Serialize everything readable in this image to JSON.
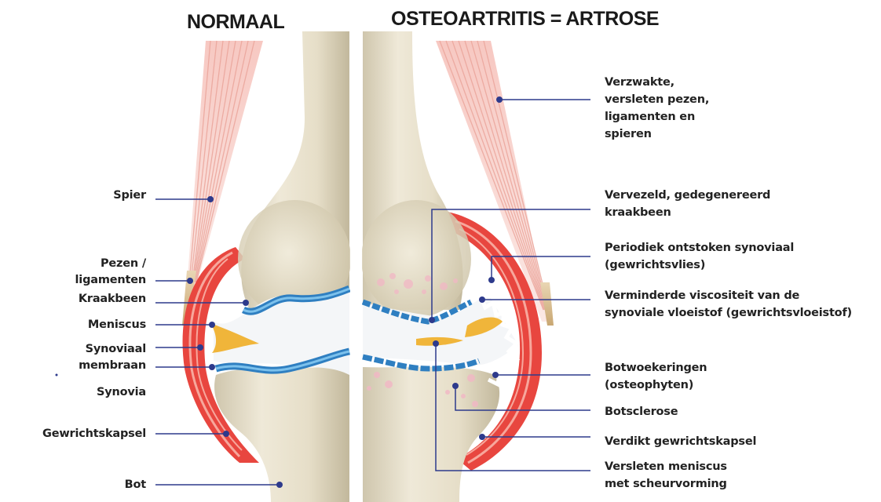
{
  "headings": {
    "normal": "NORMAAL",
    "arthritis": "OSTEOARTRITIS = ARTROSE"
  },
  "labels_left": {
    "spier": "Spier",
    "pezen": "Pezen /",
    "ligamenten": "ligamenten",
    "kraakbeen": "Kraakbeen",
    "meniscus": "Meniscus",
    "synoviaal": "Synoviaal",
    "membraan": "membraan",
    "synovia": "Synovia",
    "gewrichtskapsel": "Gewrichtskapsel",
    "bot": "Bot"
  },
  "labels_right": {
    "verzwakte": [
      "Verzwakte,",
      "versleten pezen,",
      "ligamenten en",
      "spieren"
    ],
    "vervezeld": [
      "Vervezeld, gedegenereerd",
      "kraakbeen"
    ],
    "periodiek": [
      "Periodiek ontstoken synoviaal",
      "(gewrichtsvlies)"
    ],
    "verminderde": [
      "Verminderde viscositeit van de",
      "synoviale vloeistof (gewrichtsvloeistof)"
    ],
    "botwoekeringen": [
      "Botwoekeringen",
      "(osteophyten)"
    ],
    "botsclerose": "Botsclerose",
    "verdikt": "Verdikt gewrichtskapsel",
    "versleten_meniscus": [
      "Versleten meniscus",
      "met scheurvorming"
    ]
  },
  "colors": {
    "bone": "#e9e2cf",
    "bone_shadow": "#c9bfa6",
    "cartilage": "#2f7fc1",
    "capsule": "#e8463f",
    "leader": "#2d3a8c",
    "muscle": "#f2a9a0"
  }
}
